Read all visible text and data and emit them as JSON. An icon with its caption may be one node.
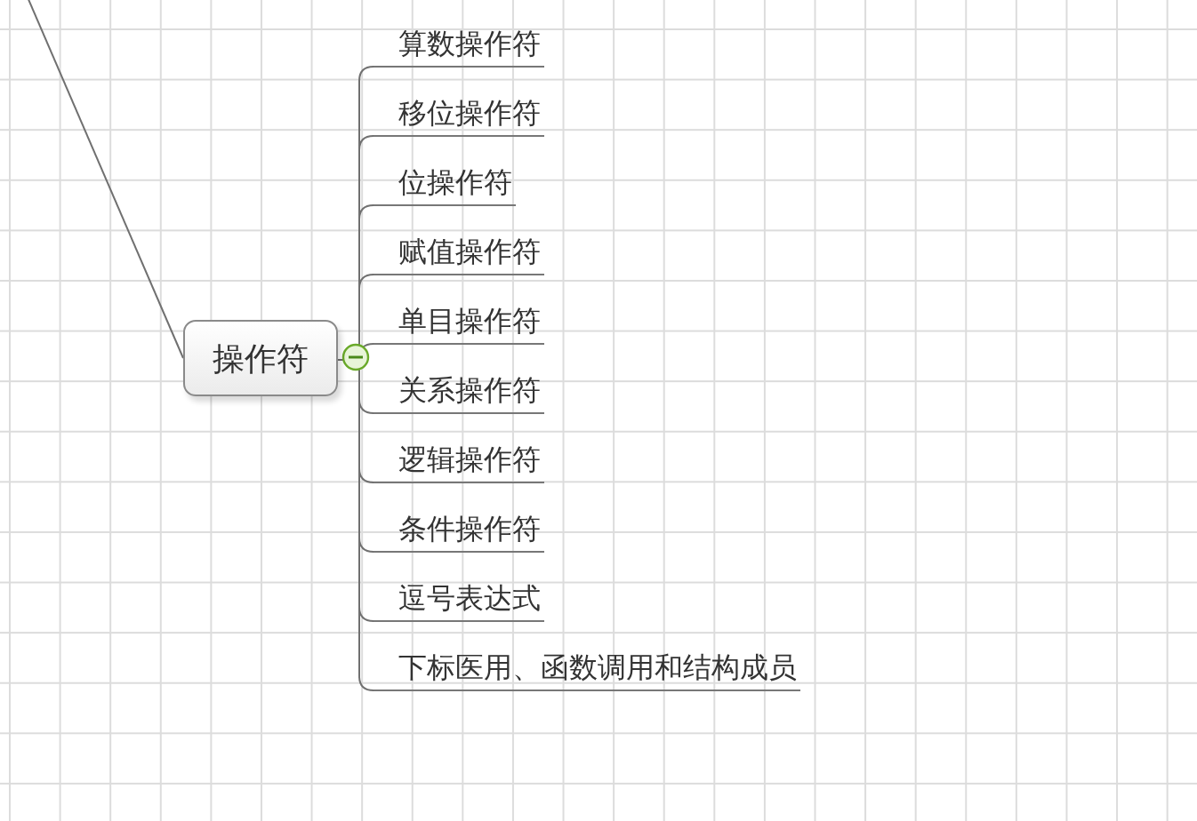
{
  "diagram": {
    "nodes": [
      {
        "text": [
          "操作符"
        ]
      },
      {
        "text": [
          "算数操作符"
        ]
      },
      {
        "text": [
          "移位操作符"
        ]
      },
      {
        "text": [
          "位操作符"
        ]
      },
      {
        "text": [
          "赋值操作符"
        ]
      },
      {
        "text": [
          "单目操作符"
        ]
      },
      {
        "text": [
          "关系操作符"
        ]
      },
      {
        "text": [
          "逻辑操作符"
        ]
      },
      {
        "text": [
          "条件操作符"
        ]
      },
      {
        "text": [
          "逗号表达式"
        ]
      },
      {
        "text": [
          "下标医用、函数调用和结构成员"
        ]
      }
    ],
    "edges": [
      {
        "from": null,
        "to": 0,
        "arrow": "none"
      },
      {
        "from": 0,
        "to": 1,
        "arrow": "none"
      },
      {
        "from": 0,
        "to": 2,
        "arrow": "none"
      },
      {
        "from": 0,
        "to": 3,
        "arrow": "none"
      },
      {
        "from": 0,
        "to": 4,
        "arrow": "none"
      },
      {
        "from": 0,
        "to": 5,
        "arrow": "none"
      },
      {
        "from": 0,
        "to": 6,
        "arrow": "none"
      },
      {
        "from": 0,
        "to": 7,
        "arrow": "none"
      },
      {
        "from": 0,
        "to": 8,
        "arrow": "none"
      },
      {
        "from": 0,
        "to": 9,
        "arrow": "none"
      },
      {
        "from": 0,
        "to": 10,
        "arrow": "none"
      }
    ]
  }
}
